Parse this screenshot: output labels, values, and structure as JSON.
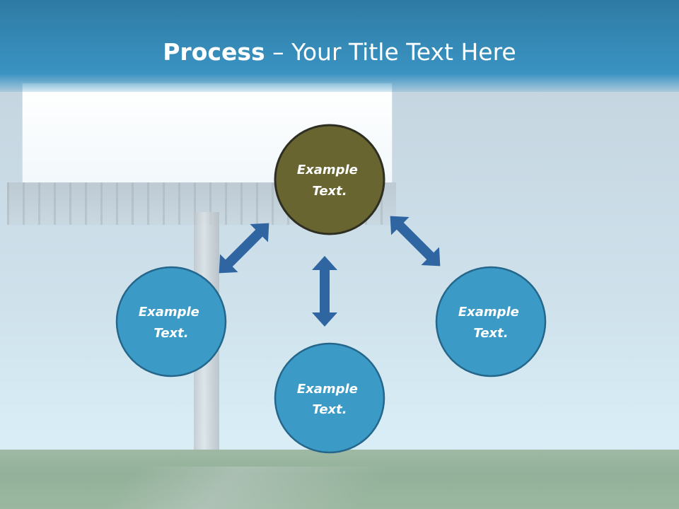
{
  "title": {
    "bold": "Process",
    "rest": " – Your Title Text Here"
  },
  "diagram": {
    "nodes": [
      {
        "id": "center",
        "lines": [
          "Example",
          "Text."
        ],
        "color": "#686531"
      },
      {
        "id": "left",
        "lines": [
          "Example",
          "Text."
        ],
        "color": "#3c9ac7"
      },
      {
        "id": "bottom",
        "lines": [
          "Example",
          "Text."
        ],
        "color": "#3c9ac7"
      },
      {
        "id": "right",
        "lines": [
          "Example",
          "Text."
        ],
        "color": "#3c9ac7"
      }
    ],
    "arrow_color": "#2f66a1"
  }
}
